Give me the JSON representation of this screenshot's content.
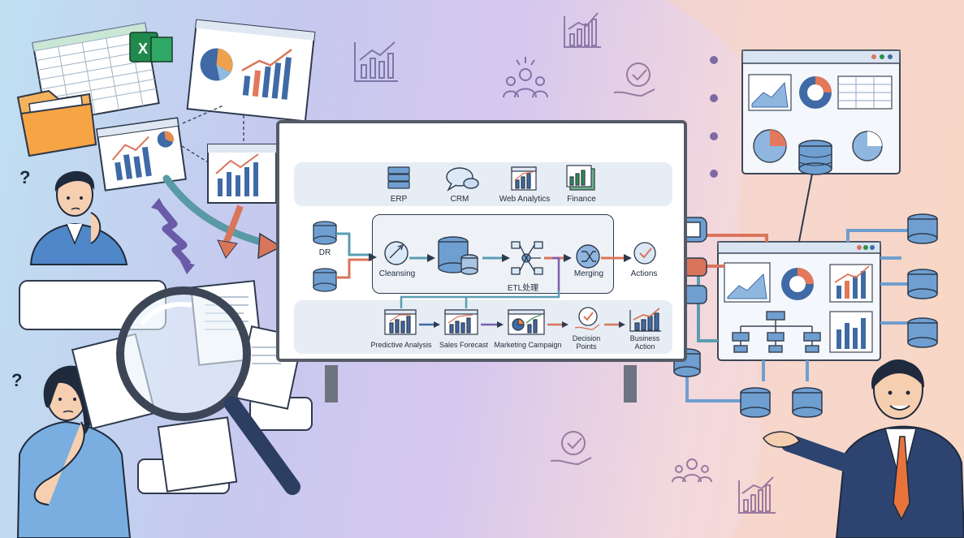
{
  "colors": {
    "navy": "#2e4d79",
    "steel": "#6f9fd1",
    "teal": "#5a9db2",
    "rust": "#d9755b",
    "orange": "#e68a4f",
    "purple": "#7a5fb0",
    "green": "#2e8f4e"
  },
  "sources": {
    "items": [
      {
        "id": "erp",
        "label": "ERP",
        "icon": "server-icon"
      },
      {
        "id": "crm",
        "label": "CRM",
        "icon": "chat-bubble-icon"
      },
      {
        "id": "web",
        "label": "Web Analytics",
        "icon": "line-chart-icon"
      },
      {
        "id": "finance",
        "label": "Finance",
        "icon": "finance-chart-icon"
      }
    ]
  },
  "etl": {
    "dr_label": "DR",
    "cleansing_label": "Cleansing",
    "etl_label": "ETL处理",
    "merging_label": "Merging",
    "actions_label": "Actions"
  },
  "outputs": {
    "items": [
      {
        "id": "predictive",
        "label": "Predictive Analysis"
      },
      {
        "id": "forecast",
        "label": "Sales Forecast"
      },
      {
        "id": "campaign",
        "label": "Marketing Campaign"
      },
      {
        "id": "decision",
        "label": "Decision\nPoints"
      },
      {
        "id": "business",
        "label": "Business\nAction"
      }
    ]
  },
  "excel": {
    "badge": "X"
  },
  "people": {
    "left_man": "confused-man",
    "left_woman": "confused-woman",
    "right_man": "presenting-businessman",
    "question_mark": "?"
  }
}
